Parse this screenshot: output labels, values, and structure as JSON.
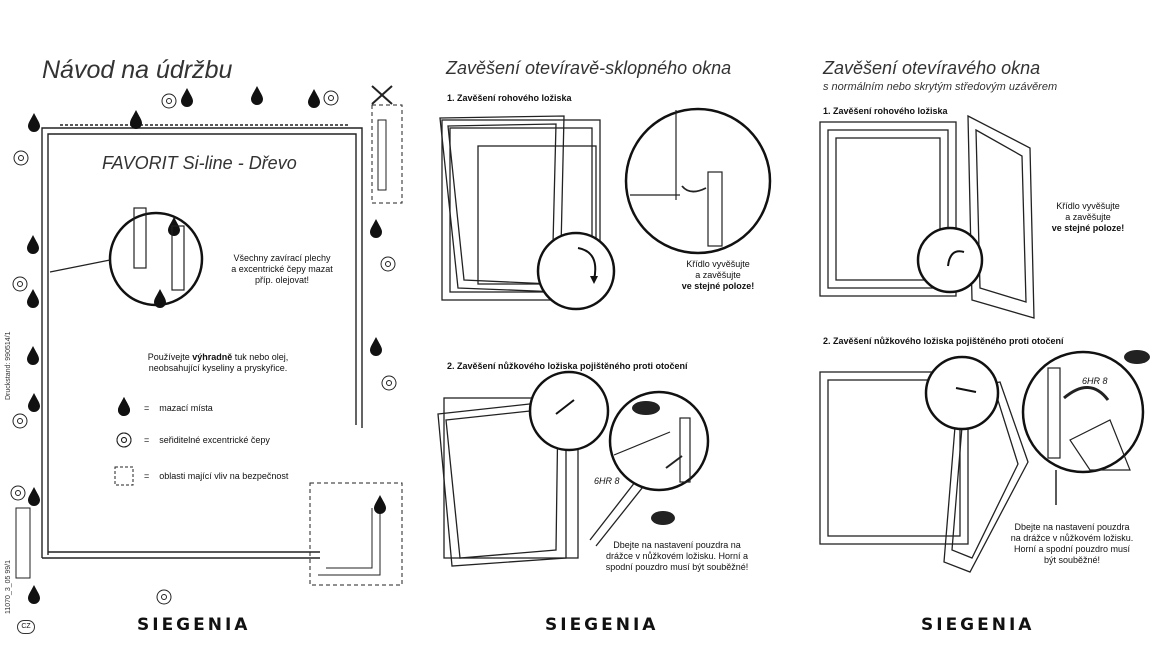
{
  "panel1": {
    "title": "Návod na údržbu",
    "product": "FAVORIT Si-line - Dřevo",
    "note_lines": [
      "Všechny zavírací plechy",
      "a excentrické čepy mazat",
      "příp. olejovat!"
    ],
    "advice_pre": "Používejte ",
    "advice_bold": "výhradně",
    "advice_post": " tuk nebo olej,",
    "advice_line2": "neobsahující kyseliny a pryskyřice.",
    "legend": [
      {
        "icon": "oil-drop-icon",
        "text": "mazací místa"
      },
      {
        "icon": "eccentric-pin-icon",
        "text": "seřiditelné excentrické čepy"
      },
      {
        "icon": "safety-area-icon",
        "text": "oblasti mající vliv na bezpečnost"
      }
    ],
    "legend_sep": "=",
    "side_print": "Druckstand: 990514/1",
    "doc_code": "11070_3_05 99/1",
    "country": "CZ",
    "brand": "SIEGENIA"
  },
  "panel2": {
    "title": "Zavěšení otevíravě-sklopného okna",
    "step1": "1. Zavěšení rohového ložiska",
    "step1_note": [
      "Křídlo vyvěšujte",
      "a zavěšujte",
      "ve stejné poloze!"
    ],
    "step2": "2. Zavěšení nůžkového ložiska pojištěného proti otočení",
    "label_6hr": "6HR 8",
    "step2_note": [
      "Dbejte na nastavení pouzdra na",
      "drážce v nůžkovém ložisku. Horní a",
      "spodní pouzdro musí být souběžné!"
    ],
    "brand": "SIEGENIA"
  },
  "panel3": {
    "title": "Zavěšení otevíravého okna",
    "subtitle": "s normálním nebo skrytým středovým uzávěrem",
    "step1": "1. Zavěšení rohového ložiska",
    "step1_note": [
      "Křídlo vyvěšujte",
      "a zavěšujte",
      "ve stejné poloze!"
    ],
    "step2": "2. Zavěšení nůžkového ložiska pojištěného proti otočení",
    "label_6hr": "6HR 8",
    "step2_note": [
      "Dbejte na nastavení pouzdra",
      "na drážce v nůžkovém ložisku.",
      "Horní a spodní pouzdro musí",
      "být souběžné!"
    ],
    "brand": "SIEGENIA"
  }
}
